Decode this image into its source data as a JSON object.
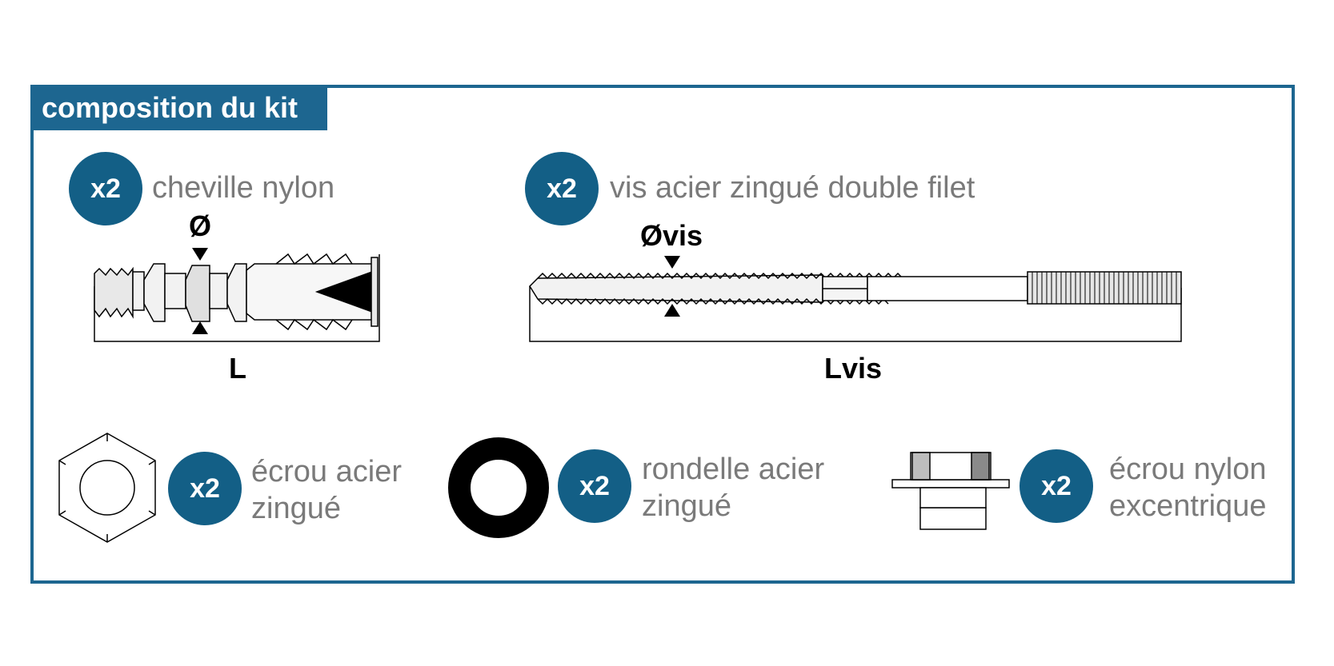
{
  "title": "composition du kit",
  "colors": {
    "accent": "#1d6690",
    "badge": "#135f86",
    "label": "#7a7a7a"
  },
  "items": [
    {
      "qty": "x2",
      "label_lines": [
        "cheville nylon"
      ],
      "dims": {
        "diameter": "Ø",
        "length": "L"
      },
      "icon": "nylon-plug-icon"
    },
    {
      "qty": "x2",
      "label_lines": [
        "vis acier zingué double filet"
      ],
      "dims": {
        "diameter": "Øvis",
        "length": "Lvis"
      },
      "icon": "double-thread-screw-icon"
    },
    {
      "qty": "x2",
      "label_lines": [
        "écrou acier",
        "zingué"
      ],
      "icon": "hex-nut-icon"
    },
    {
      "qty": "x2",
      "label_lines": [
        "rondelle acier",
        "zingué"
      ],
      "icon": "washer-icon"
    },
    {
      "qty": "x2",
      "label_lines": [
        "écrou nylon",
        "excentrique"
      ],
      "icon": "eccentric-nylon-nut-icon"
    }
  ]
}
